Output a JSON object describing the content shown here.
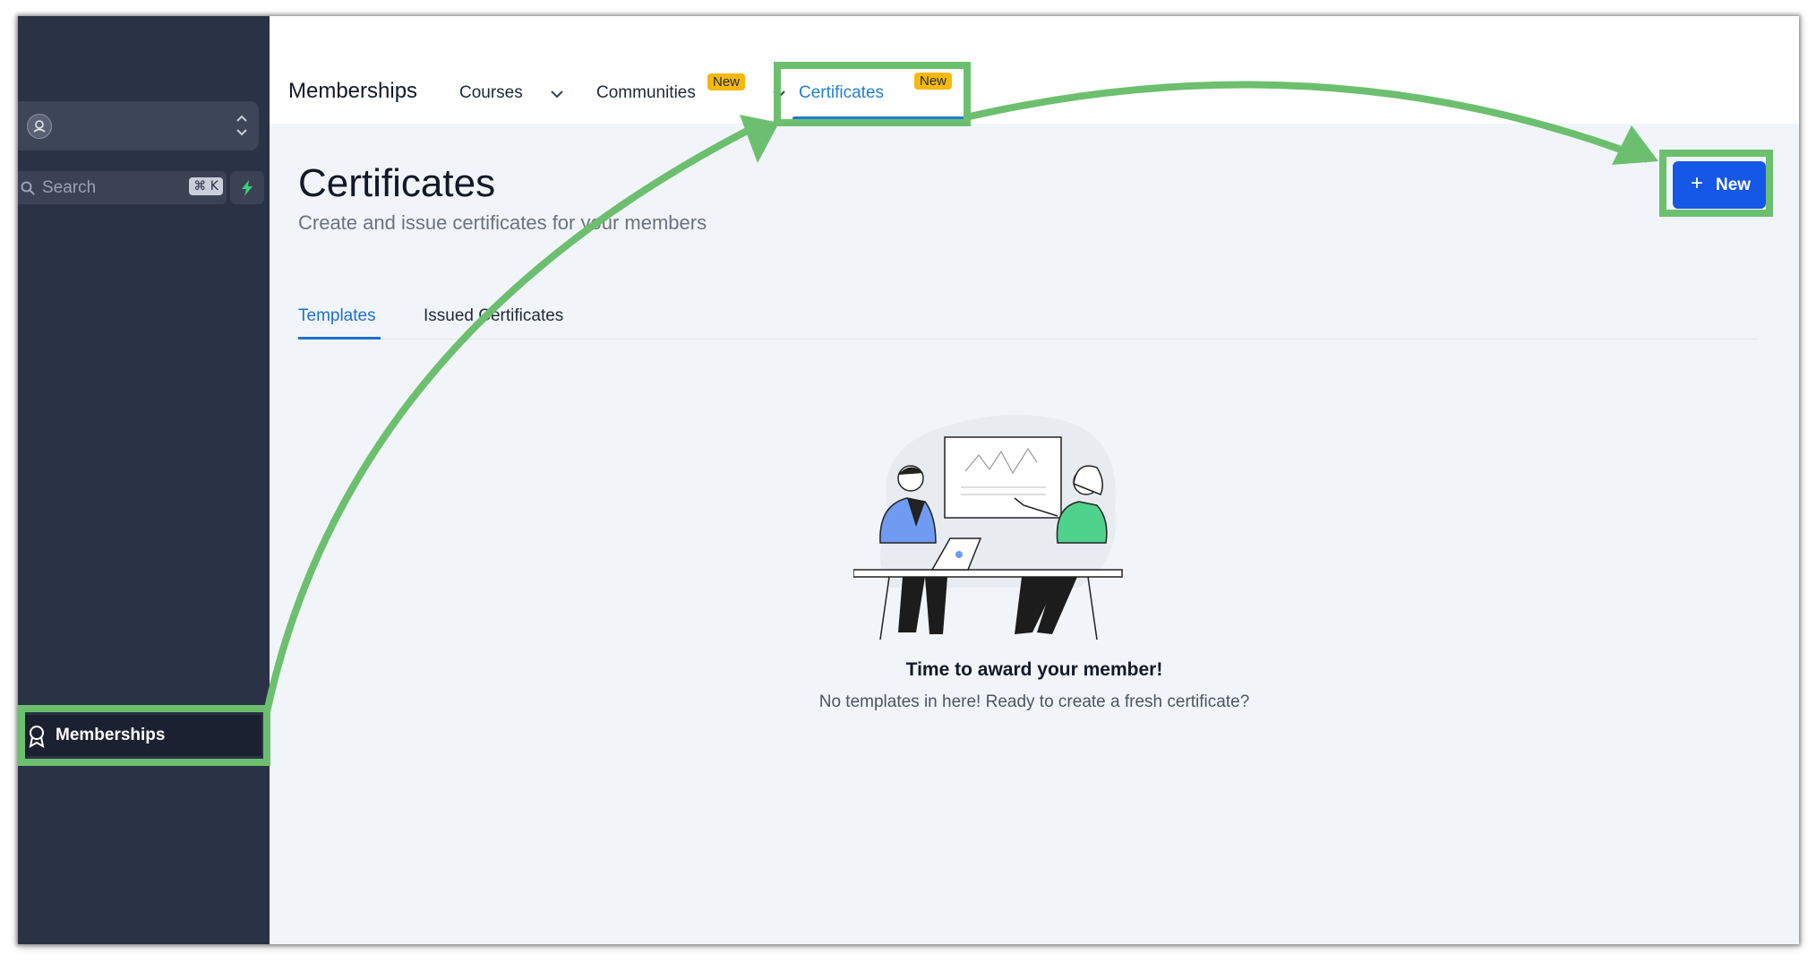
{
  "sidebar": {
    "search_placeholder": "Search",
    "search_shortcut": "⌘ K",
    "nav_item_label": "Memberships"
  },
  "header": {
    "app_title": "Memberships",
    "tabs": [
      {
        "label": "Courses"
      },
      {
        "label": "Communities",
        "badge": "New"
      },
      {
        "label": "Certificates",
        "badge": "New",
        "active": true
      }
    ]
  },
  "page": {
    "title": "Certificates",
    "subtitle": "Create and issue certificates for your members",
    "new_button_label": "New",
    "subtabs": [
      {
        "label": "Templates",
        "active": true
      },
      {
        "label": "Issued Certificates"
      }
    ],
    "empty_state": {
      "title": "Time to award your member!",
      "message": "No templates in here! Ready to create a fresh certificate?"
    }
  },
  "colors": {
    "sidebar_bg": "#2a3245",
    "accent": "#1557e6",
    "badge": "#f5b90b",
    "highlight": "#6cbf6e"
  }
}
